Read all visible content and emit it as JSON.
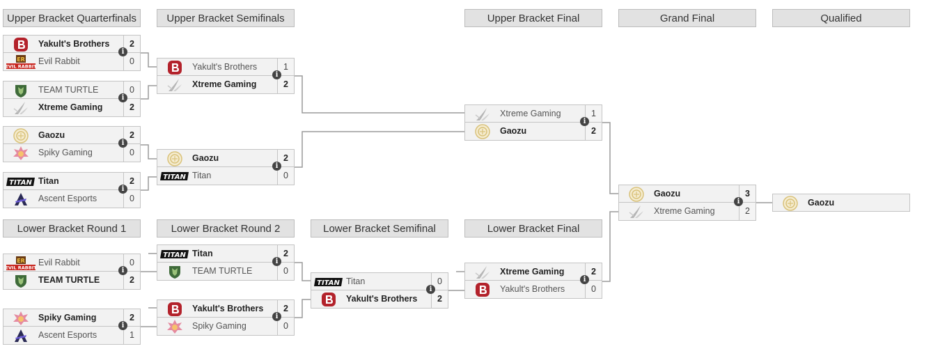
{
  "headers": {
    "ubqf": "Upper Bracket Quarterfinals",
    "ubsf": "Upper Bracket Semifinals",
    "ubf": "Upper Bracket Final",
    "gf": "Grand Final",
    "qual": "Qualified",
    "lbr1": "Lower Bracket Round 1",
    "lbr2": "Lower Bracket Round 2",
    "lbsf": "Lower Bracket Semifinal",
    "lbf": "Lower Bracket Final"
  },
  "info_glyph": "i",
  "matches": {
    "ubqf1": {
      "t1": {
        "name": "Yakult's Brothers",
        "score": "2",
        "logo": "yakult-logo"
      },
      "t2": {
        "name": "Evil Rabbit",
        "score": "0",
        "logo": "evil-rabbit-logo"
      }
    },
    "ubqf2": {
      "t1": {
        "name": "TEAM TURTLE",
        "score": "0",
        "logo": "team-turtle-logo"
      },
      "t2": {
        "name": "Xtreme Gaming",
        "score": "2",
        "logo": "xtreme-logo"
      }
    },
    "ubqf3": {
      "t1": {
        "name": "Gaozu",
        "score": "2",
        "logo": "gaozu-logo"
      },
      "t2": {
        "name": "Spiky Gaming",
        "score": "0",
        "logo": "spiky-logo"
      }
    },
    "ubqf4": {
      "t1": {
        "name": "Titan",
        "score": "2",
        "logo": "titan-logo"
      },
      "t2": {
        "name": "Ascent Esports",
        "score": "0",
        "logo": "ascent-logo"
      }
    },
    "ubsf1": {
      "t1": {
        "name": "Yakult's Brothers",
        "score": "1",
        "logo": "yakult-logo"
      },
      "t2": {
        "name": "Xtreme Gaming",
        "score": "2",
        "logo": "xtreme-logo"
      }
    },
    "ubsf2": {
      "t1": {
        "name": "Gaozu",
        "score": "2",
        "logo": "gaozu-logo"
      },
      "t2": {
        "name": "Titan",
        "score": "0",
        "logo": "titan-logo"
      }
    },
    "ubf": {
      "t1": {
        "name": "Xtreme Gaming",
        "score": "1",
        "logo": "xtreme-logo"
      },
      "t2": {
        "name": "Gaozu",
        "score": "2",
        "logo": "gaozu-logo"
      }
    },
    "gf": {
      "t1": {
        "name": "Gaozu",
        "score": "3",
        "logo": "gaozu-logo"
      },
      "t2": {
        "name": "Xtreme Gaming",
        "score": "2",
        "logo": "xtreme-logo"
      }
    },
    "lbr1a": {
      "t1": {
        "name": "Evil Rabbit",
        "score": "0",
        "logo": "evil-rabbit-logo"
      },
      "t2": {
        "name": "TEAM TURTLE",
        "score": "2",
        "logo": "team-turtle-logo"
      }
    },
    "lbr1b": {
      "t1": {
        "name": "Spiky Gaming",
        "score": "2",
        "logo": "spiky-logo"
      },
      "t2": {
        "name": "Ascent Esports",
        "score": "1",
        "logo": "ascent-logo"
      }
    },
    "lbr2a": {
      "t1": {
        "name": "Titan",
        "score": "2",
        "logo": "titan-logo"
      },
      "t2": {
        "name": "TEAM TURTLE",
        "score": "0",
        "logo": "team-turtle-logo"
      }
    },
    "lbr2b": {
      "t1": {
        "name": "Yakult's Brothers",
        "score": "2",
        "logo": "yakult-logo"
      },
      "t2": {
        "name": "Spiky Gaming",
        "score": "0",
        "logo": "spiky-logo"
      }
    },
    "lbsf": {
      "t1": {
        "name": "Titan",
        "score": "0",
        "logo": "titan-logo"
      },
      "t2": {
        "name": "Yakult's Brothers",
        "score": "2",
        "logo": "yakult-logo"
      }
    },
    "lbf": {
      "t1": {
        "name": "Xtreme Gaming",
        "score": "2",
        "logo": "xtreme-logo"
      },
      "t2": {
        "name": "Yakult's Brothers",
        "score": "0",
        "logo": "yakult-logo"
      }
    }
  },
  "qualified": {
    "name": "Gaozu",
    "logo": "gaozu-logo"
  },
  "colors": {
    "yakult": "#b3222b",
    "evil_rabbit": "#c8261f",
    "turtle": "#3f6b3a",
    "xtreme": "#b5b5b5",
    "gaozu": "#d9c27a",
    "spiky": "#e58aa0",
    "titan": "#111111",
    "ascent": "#2a2a55",
    "connector": "#9a9a9a"
  }
}
